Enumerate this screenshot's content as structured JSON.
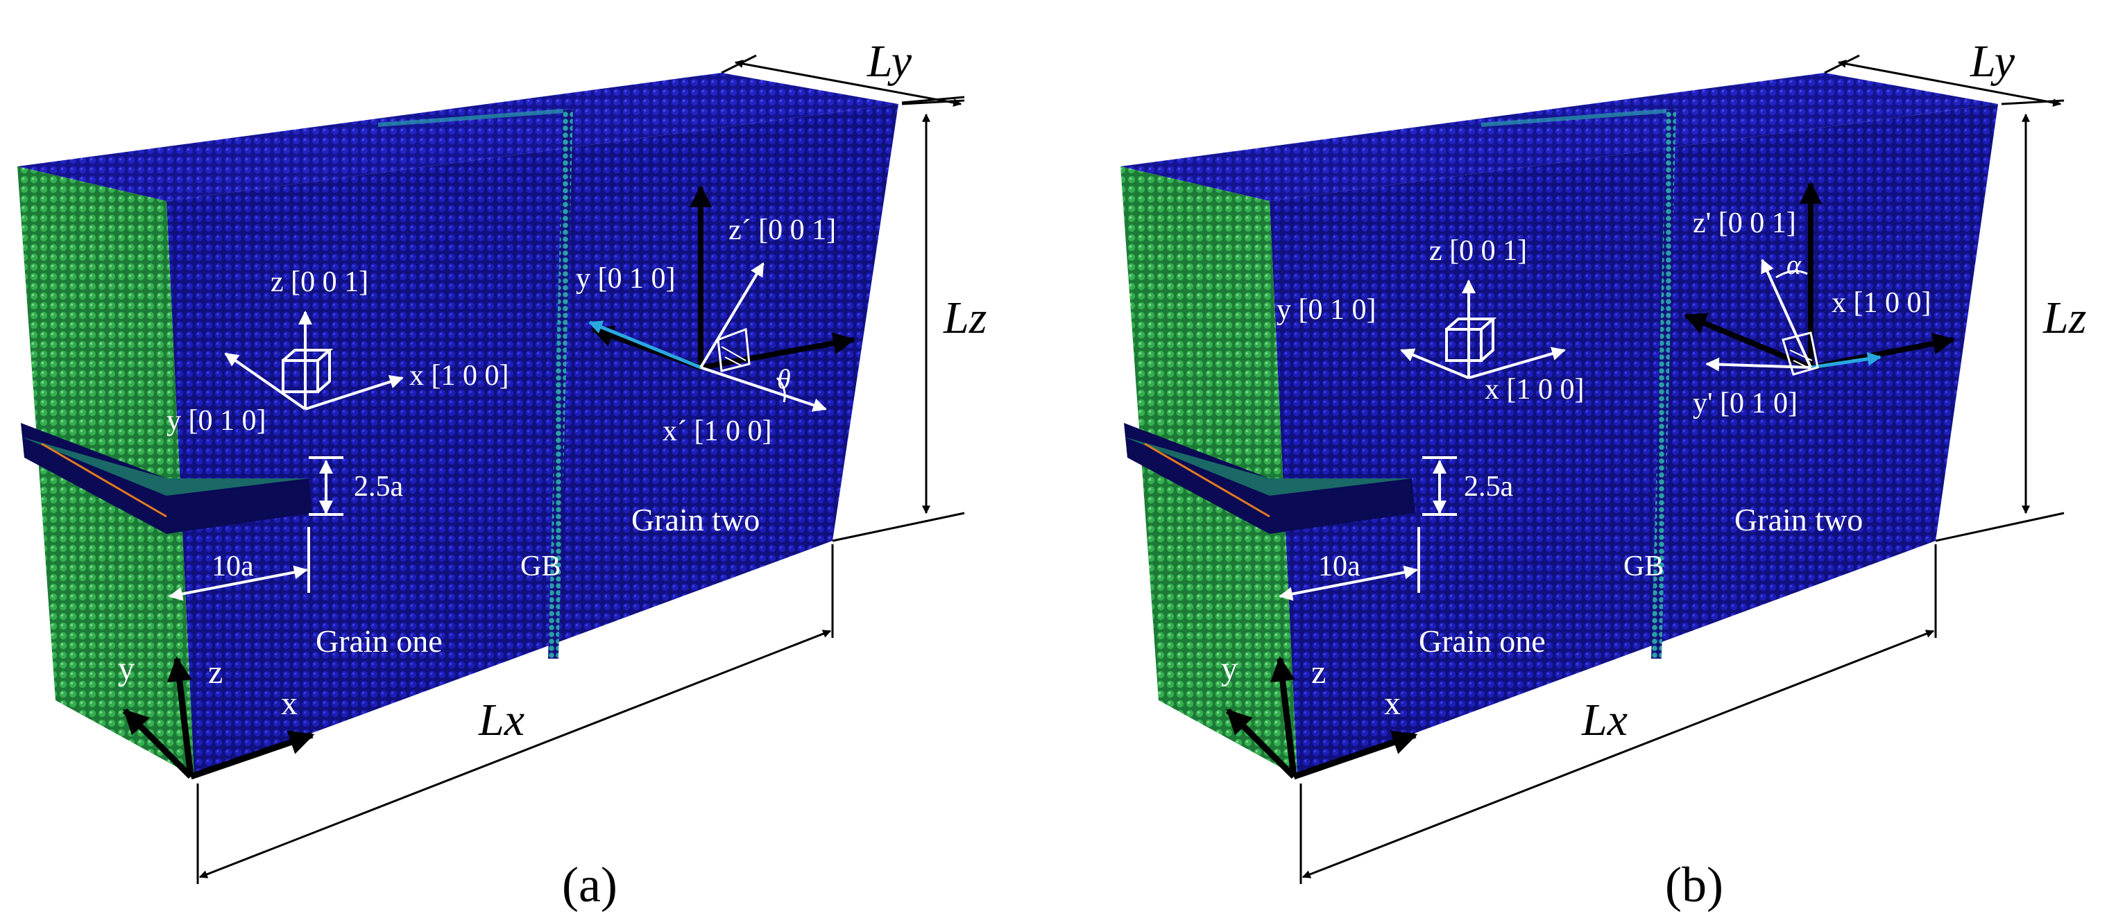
{
  "panels": [
    {
      "caption": "(a)",
      "grain_one": "Grain one",
      "grain_two": "Grain two",
      "gb": "GB",
      "notch_height": "2.5a",
      "notch_length": "10a",
      "dim_lx": "Lx",
      "dim_ly": "Ly",
      "dim_lz": "Lz",
      "left_frame": {
        "z": "z [0 0 1]",
        "y": "y [0 1 0]",
        "x": "x [1 0 0]"
      },
      "right_frame": {
        "z": "z´ [0 0 1]",
        "y": "y [0 1 0]",
        "x": "x´ [1 0 0]",
        "angle": "θ"
      },
      "global_axes": {
        "y": "y",
        "z": "z",
        "x": "x"
      }
    },
    {
      "caption": "(b)",
      "grain_one": "Grain one",
      "grain_two": "Grain two",
      "gb": "GB",
      "notch_height": "2.5a",
      "notch_length": "10a",
      "dim_lx": "Lx",
      "dim_ly": "Ly",
      "dim_lz": "Lz",
      "left_frame": {
        "z": "z [0 0 1]",
        "y": "y [0 1 0]",
        "x": "x [1 0 0]"
      },
      "right_frame": {
        "z": "z' [0 0 1]",
        "y": "y' [0 1 0]",
        "x": "x [1 0 0]",
        "angle": "α"
      },
      "global_axes": {
        "y": "y",
        "z": "z",
        "x": "x"
      }
    }
  ],
  "colors": {
    "atoms_front": "#12128c",
    "atoms_top": "#1a1aa6",
    "atoms_side": "#2fa84a",
    "atoms_notch": "#1e8a6a",
    "gb_line": "#2aa0a8",
    "label": "#ffffff",
    "dimension": "#000000",
    "accent_arrow": "#29a8e0"
  }
}
